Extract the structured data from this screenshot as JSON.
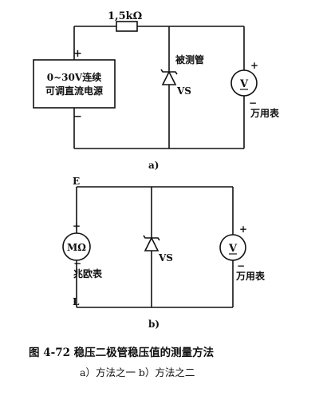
{
  "diagram_a": {
    "resistor_label": "1,5kΩ",
    "supply_plus": "+",
    "supply_label_line1": "0~30V连续",
    "supply_label_line2": "可调直流电源",
    "supply_minus": "−",
    "diode_label": "被测管",
    "diode_ref": "VS",
    "meter_symbol": "V",
    "meter_plus": "+",
    "meter_minus": "−",
    "meter_label": "万用表",
    "caption": "a)"
  },
  "diagram_b": {
    "node_e": "E",
    "node_l": "L",
    "megger_symbol": "MΩ",
    "megger_plus": "+",
    "megger_minus": "−",
    "megger_label": "兆欧表",
    "diode_ref": "VS",
    "meter_symbol": "V",
    "meter_plus": "+",
    "meter_minus": "−",
    "meter_label": "万用表",
    "caption": "b)"
  },
  "figure": {
    "title": "图 4-72   稳压二极管稳压值的测量方法",
    "subtitle": "a）方法之一   b）方法之二"
  }
}
